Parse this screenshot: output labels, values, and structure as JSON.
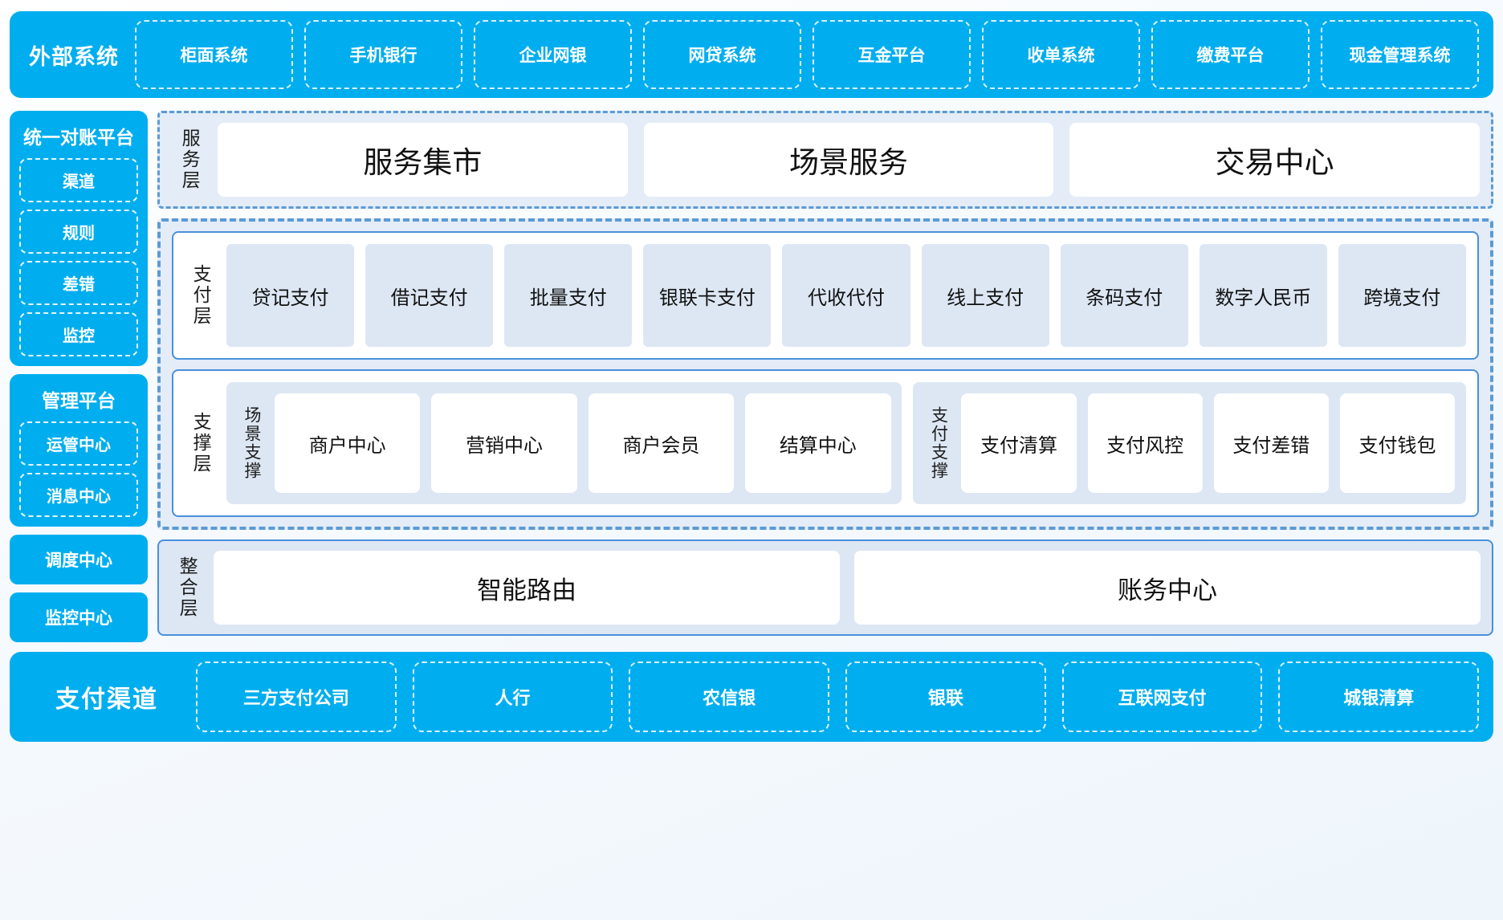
{
  "external": {
    "title": "外部系统",
    "items": [
      "柜面系统",
      "手机银行",
      "企业网银",
      "网贷系统",
      "互金平台",
      "收单系统",
      "缴费平台",
      "现金管理系统"
    ]
  },
  "rail": {
    "recon": {
      "title": "统一对账平台",
      "items": [
        "渠道",
        "规则",
        "差错",
        "监控"
      ]
    },
    "manage": {
      "title": "管理平台",
      "items": [
        "运管中心",
        "消息中心"
      ]
    },
    "solo": [
      "调度中心",
      "监控中心"
    ]
  },
  "service_layer": {
    "label": "服务层",
    "cards": [
      "服务集市",
      "场景服务",
      "交易中心"
    ]
  },
  "payment_layer": {
    "label": "支付层",
    "tiles": [
      "贷记支付",
      "借记支付",
      "批量支付",
      "银联卡支付",
      "代收代付",
      "线上支付",
      "条码支付",
      "数字人民币",
      "跨境支付"
    ]
  },
  "support_layer": {
    "label": "支撑层",
    "groups": [
      {
        "label": "场景支撑",
        "cards": [
          "商户中心",
          "营销中心",
          "商户会员",
          "结算中心"
        ]
      },
      {
        "label": "支付支撑",
        "cards": [
          "支付清算",
          "支付风控",
          "支付差错",
          "支付钱包"
        ]
      }
    ]
  },
  "integration_layer": {
    "label": "整合层",
    "cards": [
      "智能路由",
      "账务中心"
    ]
  },
  "channels": {
    "title": "支付渠道",
    "items": [
      "三方支付公司",
      "人行",
      "农信银",
      "银联",
      "互联网支付",
      "城银清算"
    ]
  },
  "colors": {
    "brand_blue": "#00AEEF",
    "dash_blue": "#5B9BD5",
    "panel_border": "#4A90D9",
    "tile_bg": "#DDE7F4",
    "container_bg": "#E3ECF7"
  }
}
